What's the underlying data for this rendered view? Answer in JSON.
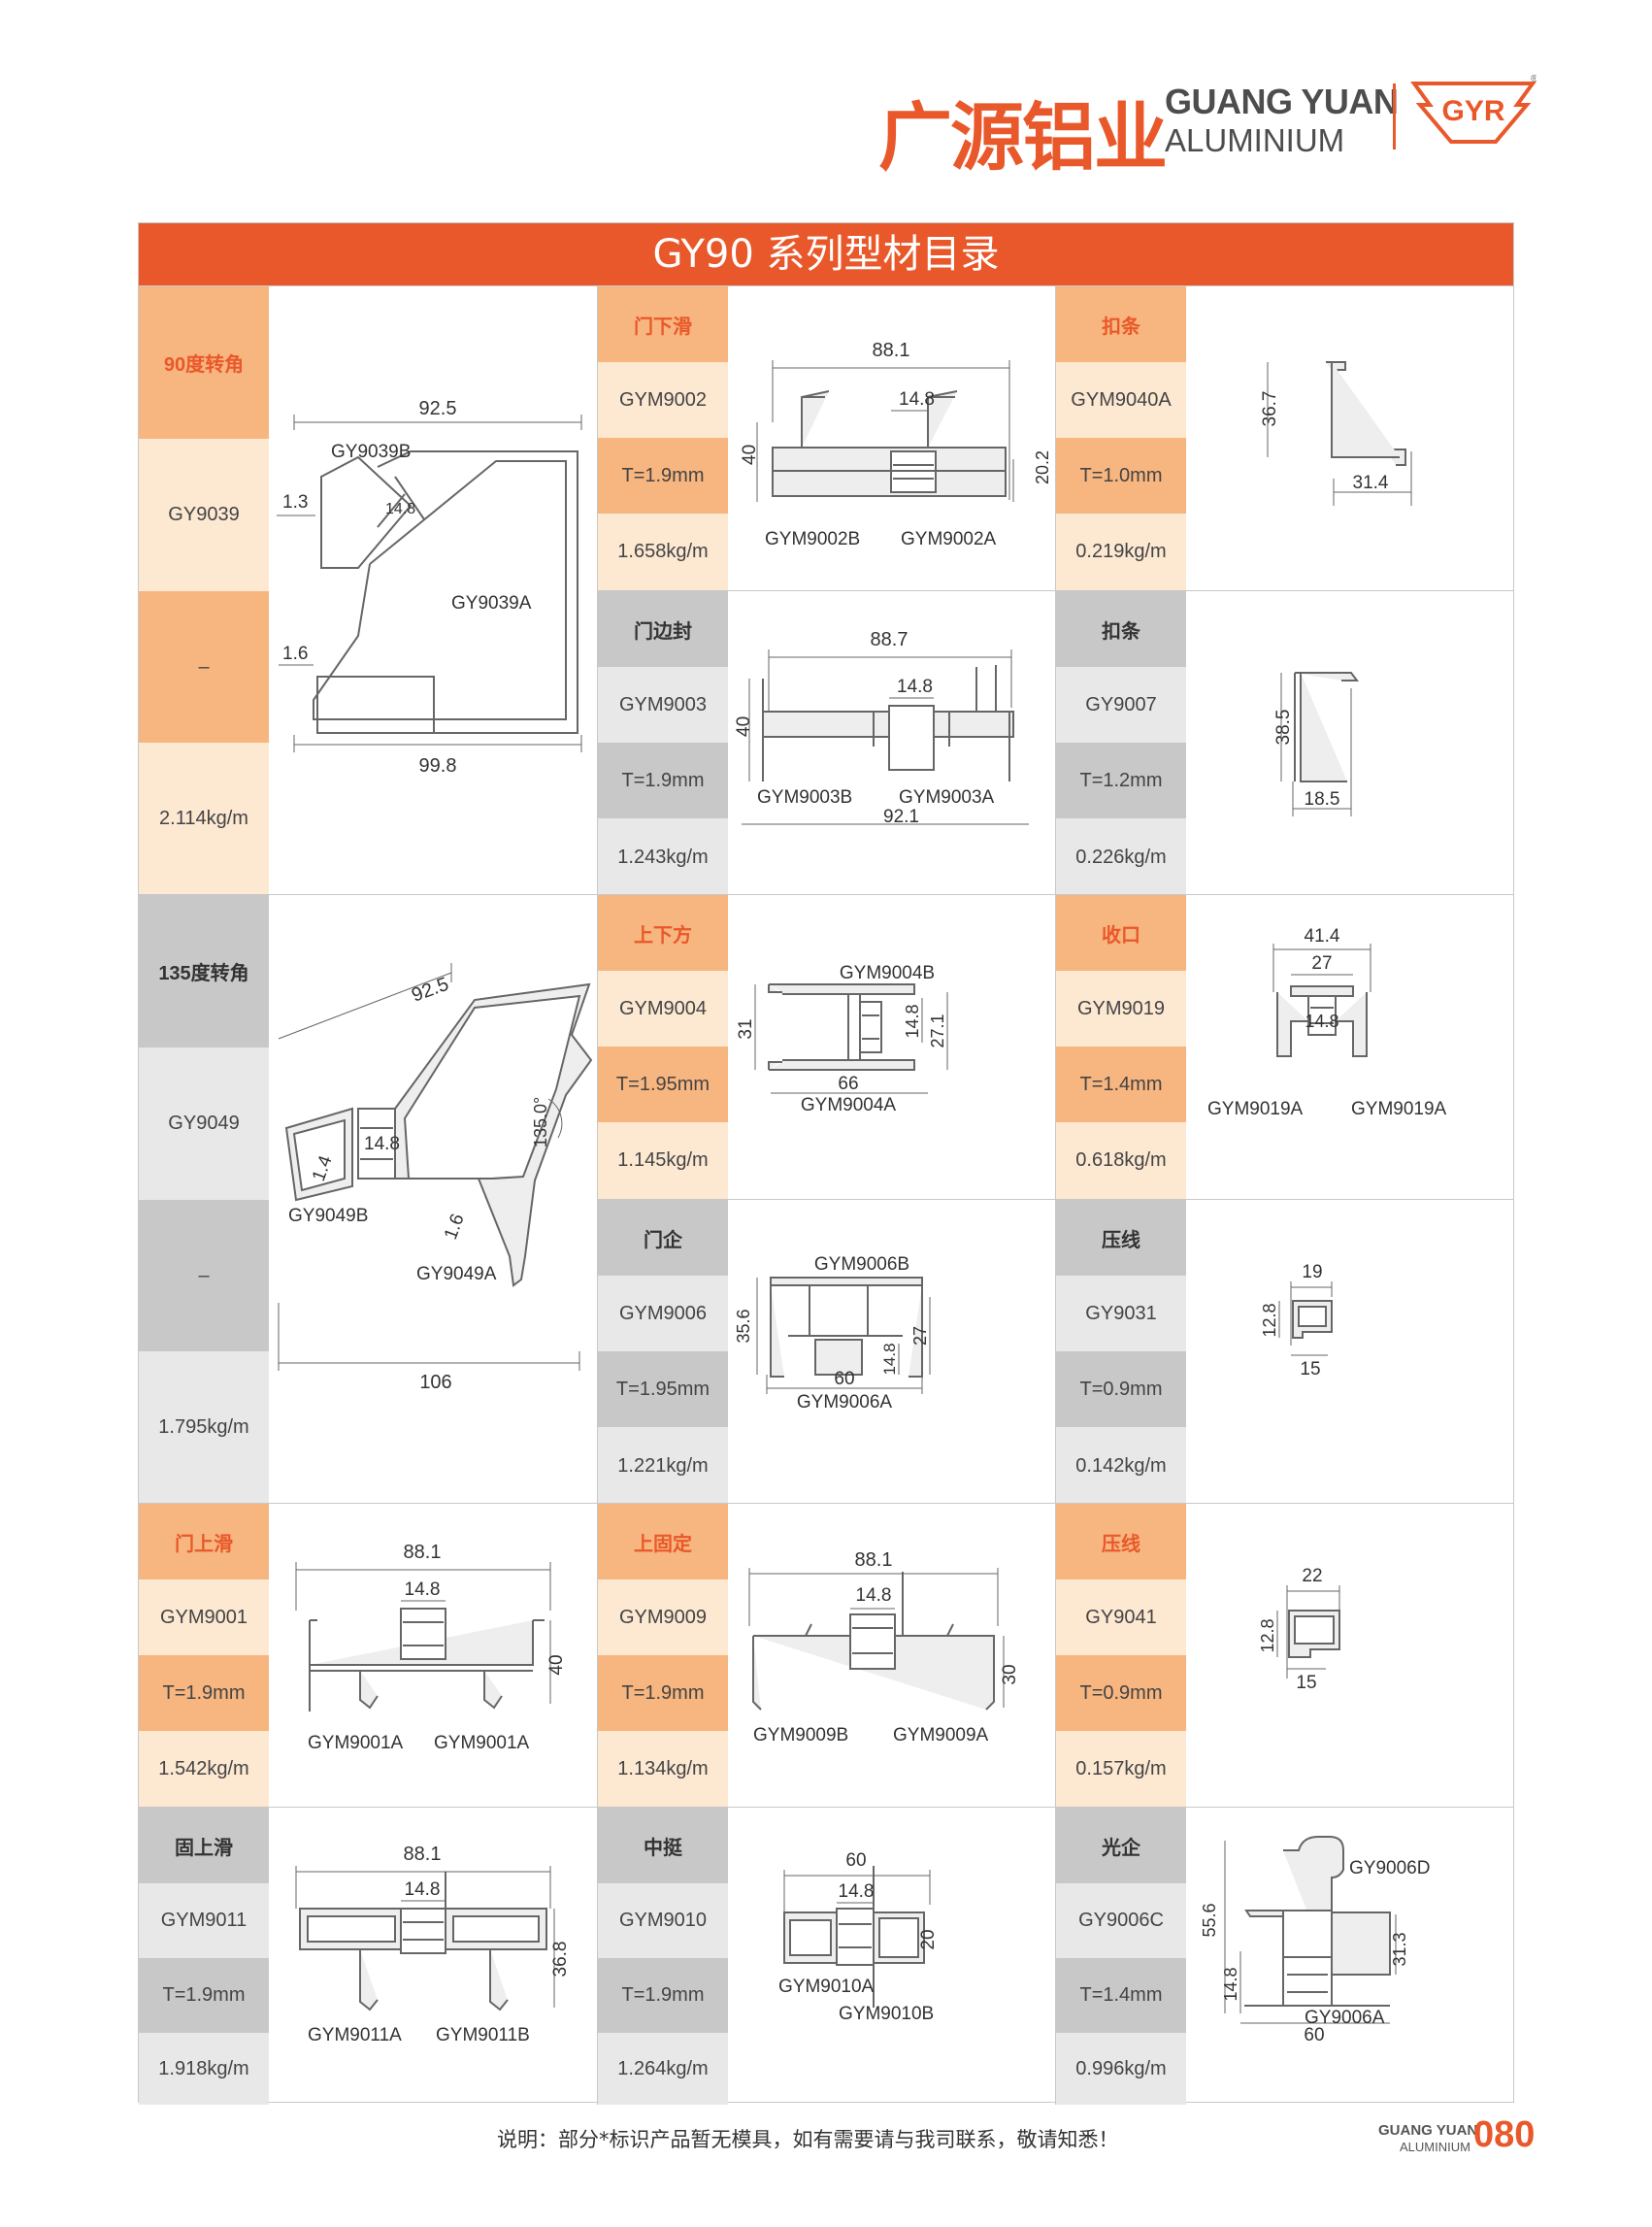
{
  "brand": {
    "name_cn": "广源铝业",
    "name_en_1": "GUANG YUAN",
    "name_en_2": "ALUMINIUM",
    "logo_text": "GYR",
    "registered": "®",
    "accent": "#e9582a"
  },
  "catalog_title": "GY90 系列型材目录",
  "sections": [
    {
      "left": {
        "name": "90度转角",
        "code": "GY9039",
        "thickness": "–",
        "weight": "2.114kg/m",
        "dims": {
          "w_top": "92.5",
          "w_bottom": "99.8",
          "t1": "1.3",
          "t2": "1.6",
          "strip": "14.8",
          "part_b": "GY9039B",
          "part_a": "GY9039A"
        }
      },
      "mid_top": {
        "name": "门下滑",
        "code": "GYM9002",
        "thickness": "T=1.9mm",
        "weight": "1.658kg/m",
        "dims": {
          "w": "88.1",
          "strip": "14.8",
          "h": "40",
          "h2": "20.2",
          "part_b": "GYM9002B",
          "part_a": "GYM9002A"
        }
      },
      "right_top": {
        "name": "扣条",
        "code": "GYM9040A",
        "thickness": "T=1.0mm",
        "weight": "0.219kg/m",
        "dims": {
          "h": "36.7",
          "w": "31.4"
        }
      },
      "mid_bottom": {
        "name": "门边封",
        "code": "GYM9003",
        "thickness": "T=1.9mm",
        "weight": "1.243kg/m",
        "dims": {
          "w": "88.7",
          "strip": "14.8",
          "h": "40",
          "w2": "92.1",
          "part_b": "GYM9003B",
          "part_a": "GYM9003A"
        }
      },
      "right_bottom": {
        "name": "扣条",
        "code": "GY9007",
        "thickness": "T=1.2mm",
        "weight": "0.226kg/m",
        "dims": {
          "h": "38.5",
          "w": "18.5"
        }
      }
    },
    {
      "left": {
        "name": "135度转角",
        "code": "GY9049",
        "thickness": "–",
        "weight": "1.795kg/m",
        "dims": {
          "w_top": "92.5",
          "w_bottom": "106",
          "t1": "1.4",
          "t2": "1.6",
          "strip": "14.8",
          "angle": "135.0°",
          "part_b": "GY9049B",
          "part_a": "GY9049A"
        }
      },
      "mid_top": {
        "name": "上下方",
        "code": "GYM9004",
        "thickness": "T=1.95mm",
        "weight": "1.145kg/m",
        "dims": {
          "h": "31",
          "w": "66",
          "strip": "14.8",
          "h2": "27.1",
          "part_b": "GYM9004B",
          "part_a": "GYM9004A"
        }
      },
      "right_top": {
        "name": "收口",
        "code": "GYM9019",
        "thickness": "T=1.4mm",
        "weight": "0.618kg/m",
        "dims": {
          "w": "41.4",
          "w2": "27",
          "strip": "14.8",
          "part_1": "GYM9019A",
          "part_2": "GYM9019A"
        }
      },
      "mid_bottom": {
        "name": "门企",
        "code": "GYM9006",
        "thickness": "T=1.95mm",
        "weight": "1.221kg/m",
        "dims": {
          "h": "35.6",
          "w": "60",
          "strip": "14.8",
          "h2": "27",
          "part_b": "GYM9006B",
          "part_a": "GYM9006A"
        }
      },
      "right_bottom": {
        "name": "压线",
        "code": "GY9031",
        "thickness": "T=0.9mm",
        "weight": "0.142kg/m",
        "dims": {
          "w": "19",
          "h": "12.8",
          "w2": "15"
        }
      }
    },
    {
      "left": {
        "name": "门上滑",
        "code": "GYM9001",
        "thickness": "T=1.9mm",
        "weight": "1.542kg/m",
        "dims": {
          "w": "88.1",
          "strip": "14.8",
          "h": "40",
          "part_1": "GYM9001A",
          "part_2": "GYM9001A"
        }
      },
      "mid": {
        "name": "上固定",
        "code": "GYM9009",
        "thickness": "T=1.9mm",
        "weight": "1.134kg/m",
        "dims": {
          "w": "88.1",
          "strip": "14.8",
          "h": "30",
          "part_b": "GYM9009B",
          "part_a": "GYM9009A"
        }
      },
      "right": {
        "name": "压线",
        "code": "GY9041",
        "thickness": "T=0.9mm",
        "weight": "0.157kg/m",
        "dims": {
          "w": "22",
          "h": "12.8",
          "w2": "15"
        }
      }
    },
    {
      "left": {
        "name": "固上滑",
        "code": "GYM9011",
        "thickness": "T=1.9mm",
        "weight": "1.918kg/m",
        "dims": {
          "w": "88.1",
          "strip": "14.8",
          "h": "36.8",
          "part_a": "GYM9011A",
          "part_b": "GYM9011B"
        }
      },
      "mid": {
        "name": "中挺",
        "code": "GYM9010",
        "thickness": "T=1.9mm",
        "weight": "1.264kg/m",
        "dims": {
          "w": "60",
          "strip": "14.8",
          "h": "20",
          "part_a": "GYM9010A",
          "part_b": "GYM9010B"
        }
      },
      "right": {
        "name": "光企",
        "code": "GY9006C",
        "thickness": "T=1.4mm",
        "weight": "0.996kg/m",
        "dims": {
          "h": "55.6",
          "h2": "31.3",
          "strip": "14.8",
          "w": "60",
          "part_d": "GY9006D",
          "part_a": "GY9006A"
        }
      }
    }
  ],
  "footer": {
    "note": "说明：部分*标识产品暂无模具，如有需要请与我司联系，敬请知悉！",
    "brand_1": "GUANG YUAN",
    "brand_2": "ALUMINIUM",
    "page": "080"
  }
}
